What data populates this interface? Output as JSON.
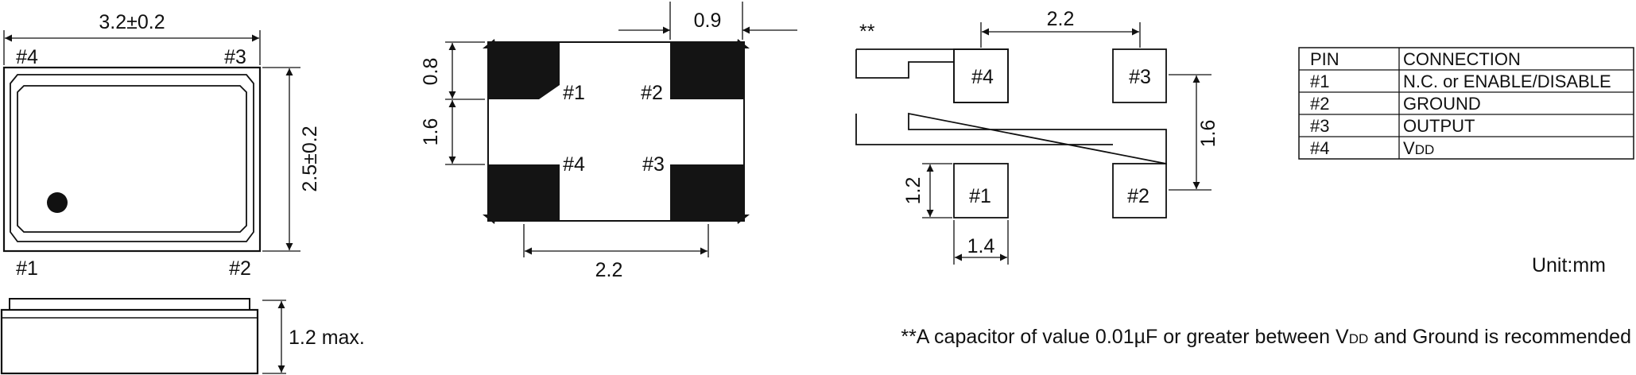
{
  "top_view": {
    "width_dim": "3.2±0.2",
    "height_dim": "2.5±0.2",
    "pin_labels": [
      "#4",
      "#3",
      "#1",
      "#2"
    ]
  },
  "side_view": {
    "height_dim": "1.2 max."
  },
  "bottom_view": {
    "pad_width_dim": "0.9",
    "pad_height_dim": "0.8",
    "gap_dim": "1.6",
    "pitch_dim": "2.2",
    "pin_labels": [
      "#1",
      "#2",
      "#4",
      "#3"
    ]
  },
  "land_pattern": {
    "note_marker": "**",
    "pitch_dim": "2.2",
    "vertical_pitch_dim": "1.6",
    "pad_height_dim": "1.2",
    "pad_width_dim": "1.4",
    "pin_labels": [
      "#4",
      "#3",
      "#1",
      "#2"
    ]
  },
  "pin_table": {
    "headers": [
      "PIN",
      "CONNECTION"
    ],
    "rows": [
      [
        "#1",
        "N.C. or ENABLE/DISABLE"
      ],
      [
        "#2",
        "GROUND"
      ],
      [
        "#3",
        "OUTPUT"
      ],
      [
        "#4",
        "V",
        "DD"
      ]
    ]
  },
  "unit_label": "Unit:mm",
  "footnote": {
    "before": "**A capacitor of value 0.01µF or greater between V",
    "sub": "DD",
    "after": " and Ground is recommended"
  },
  "colors": {
    "line": "#111111",
    "pad_fill": "#141414",
    "background": "#ffffff"
  }
}
